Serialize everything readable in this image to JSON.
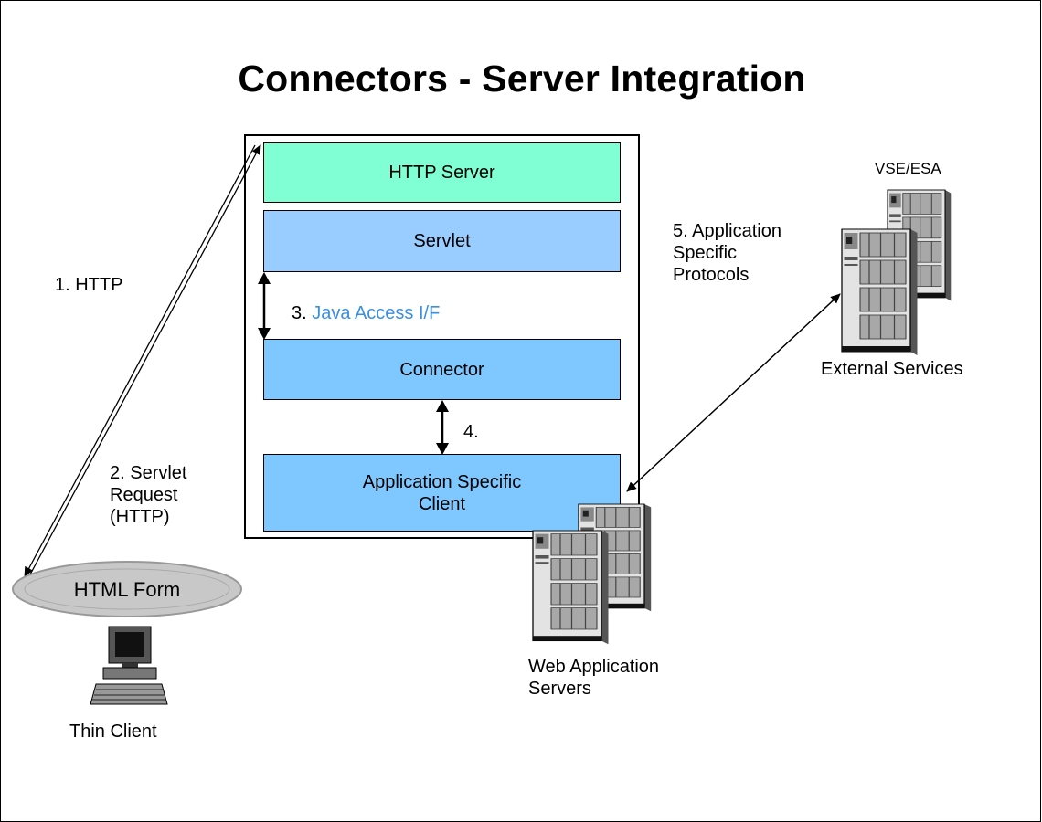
{
  "title": "Connectors - Server Integration",
  "layers": {
    "http_server": "HTTP Server",
    "servlet": "Servlet",
    "connector": "Connector",
    "app_client": "Application  Specific\nClient"
  },
  "labels": {
    "step1": "1. HTTP",
    "step2": "2. Servlet\nRequest\n(HTTP)",
    "step3_num": "3.",
    "step3_text": "Java Access I/F",
    "step4": "4.",
    "step5": "5. Application\nSpecific\nProtocols",
    "vse_esa": "VSE/ESA",
    "external_services": "External Services",
    "web_app_servers": "Web Application\nServers",
    "html_form": "HTML Form",
    "thin_client": "Thin Client"
  },
  "colors": {
    "http_server": "#80ffd4",
    "servlet": "#99ccff",
    "connector": "#7fc8ff",
    "app_client": "#7fc8ff",
    "java_access": "#3a8fe0",
    "form_ellipse": "#c8c8c8"
  },
  "icons": [
    "server-rack-icon",
    "desktop-computer-icon"
  ]
}
